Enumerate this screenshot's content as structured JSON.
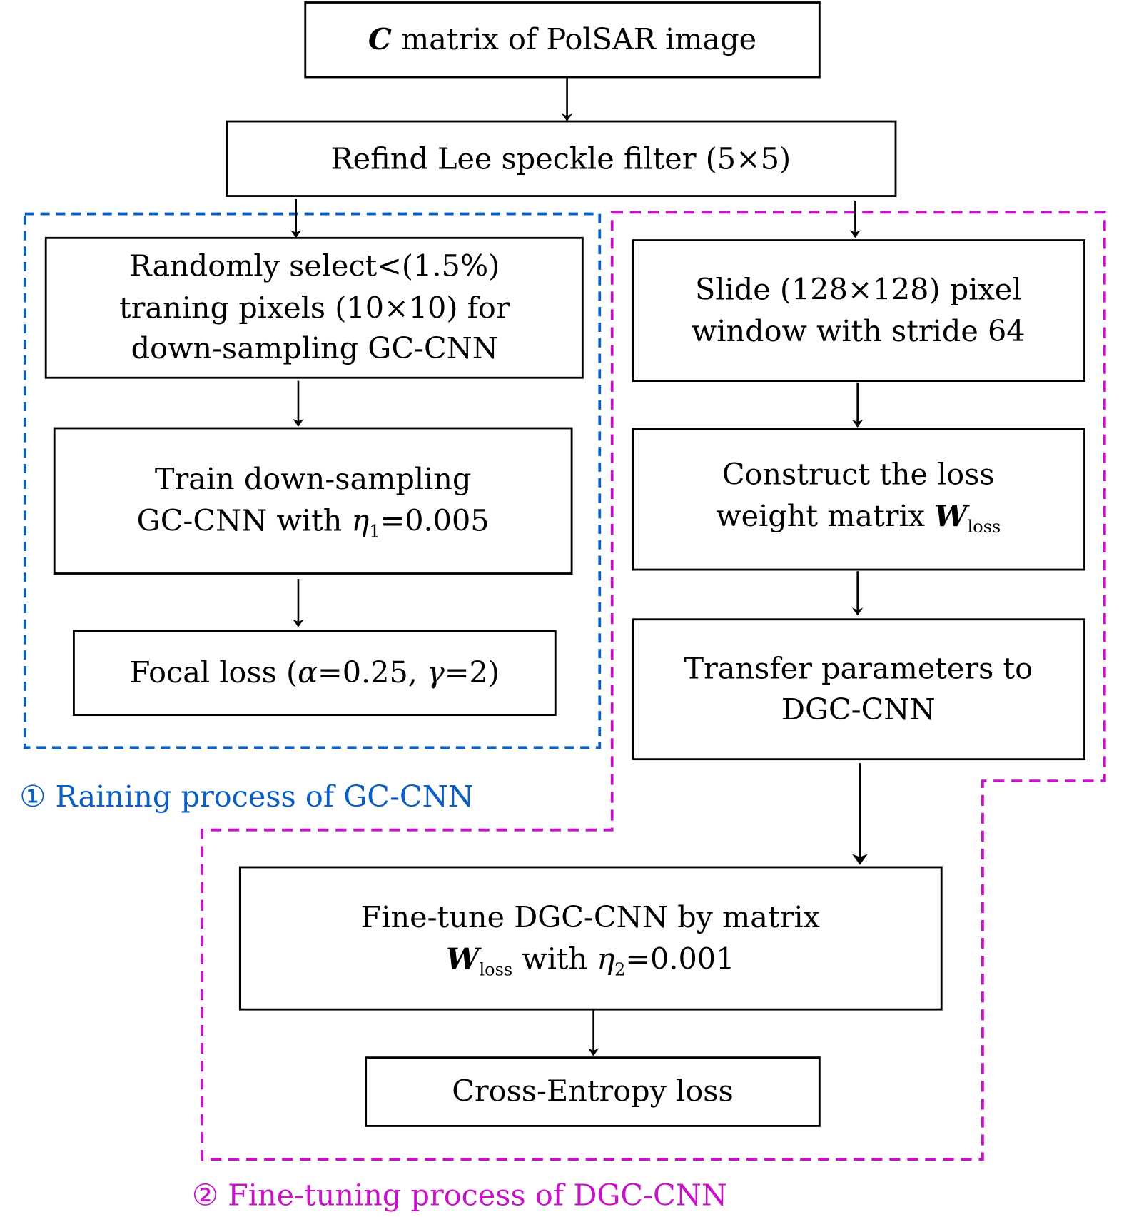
{
  "colors": {
    "gc_cnn_region": "#0b5fc4",
    "dgc_cnn_region": "#c812c8",
    "box_stroke": "#000000"
  },
  "nodes": {
    "c_matrix": {
      "math": "C",
      "text": " matrix of PolSAR image"
    },
    "lee_filter": {
      "text": "Refind Lee speckle filter (5×5)"
    },
    "random_select": {
      "lines": [
        "Randomly select<(1.5%)",
        "traning pixels (10×10) for",
        "down-sampling GC-CNN"
      ]
    },
    "train_gc": {
      "line1": "Train down-sampling",
      "line2_pre": "GC-CNN with ",
      "eta": "η",
      "eta_sub": "1",
      "line2_post": "=0.005"
    },
    "focal_loss": {
      "pre": "Focal loss (",
      "alpha": "α",
      "mid": "=0.25, ",
      "gamma": "γ",
      "post": "=2)"
    },
    "slide_window": {
      "lines": [
        "Slide (128×128) pixel",
        "window with stride 64"
      ]
    },
    "loss_weight": {
      "line1": "Construct the loss",
      "line2_pre": "weight matrix ",
      "w": "W",
      "w_sub": "loss"
    },
    "transfer": {
      "lines": [
        "Transfer parameters to",
        "DGC-CNN"
      ]
    },
    "fine_tune": {
      "line1": "Fine-tune DGC-CNN by matrix",
      "w": "W",
      "w_sub": "loss",
      "line2_mid": " with ",
      "eta": "η",
      "eta_sub": "2",
      "line2_post": "=0.001"
    },
    "cross_entropy": {
      "text": "Cross-Entropy loss"
    }
  },
  "regions": {
    "gc_cnn": {
      "label": "① Raining process of GC-CNN"
    },
    "dgc_cnn": {
      "label": "② Fine-tuning process of DGC-CNN"
    }
  }
}
